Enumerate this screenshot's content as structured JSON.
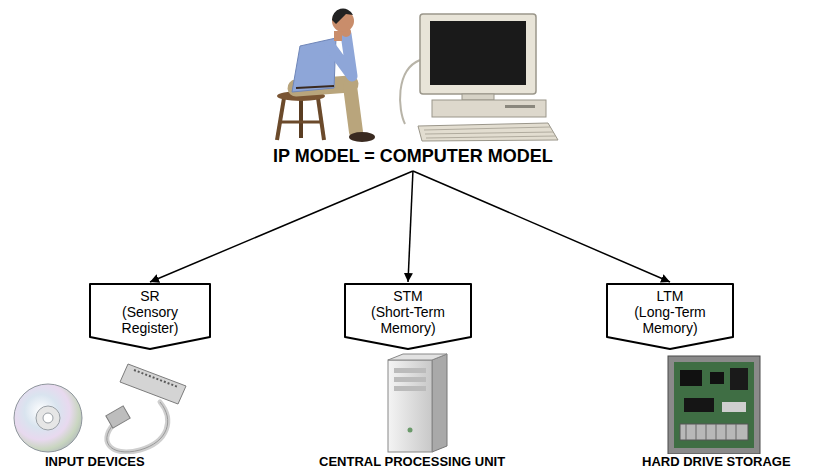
{
  "diagram": {
    "nodes": [
      {
        "text": [
          "IP MODEL = COMPUTER MODEL"
        ]
      },
      {
        "text": [
          "SR",
          "(Sensory Register)"
        ]
      },
      {
        "text": [
          "STM",
          "(Short-Term Memory)"
        ]
      },
      {
        "text": [
          "LTM",
          "(Long-Term Memory)"
        ]
      }
    ],
    "edges": [
      {
        "from": 0,
        "to": 1,
        "arrow": "to"
      },
      {
        "from": 0,
        "to": 2,
        "arrow": "to"
      },
      {
        "from": 0,
        "to": 3,
        "arrow": "to"
      }
    ],
    "labels": [
      "INPUT DEVICES",
      "CENTRAL PROCESSING UNIT",
      "HARD DRIVE STORAGE"
    ]
  }
}
